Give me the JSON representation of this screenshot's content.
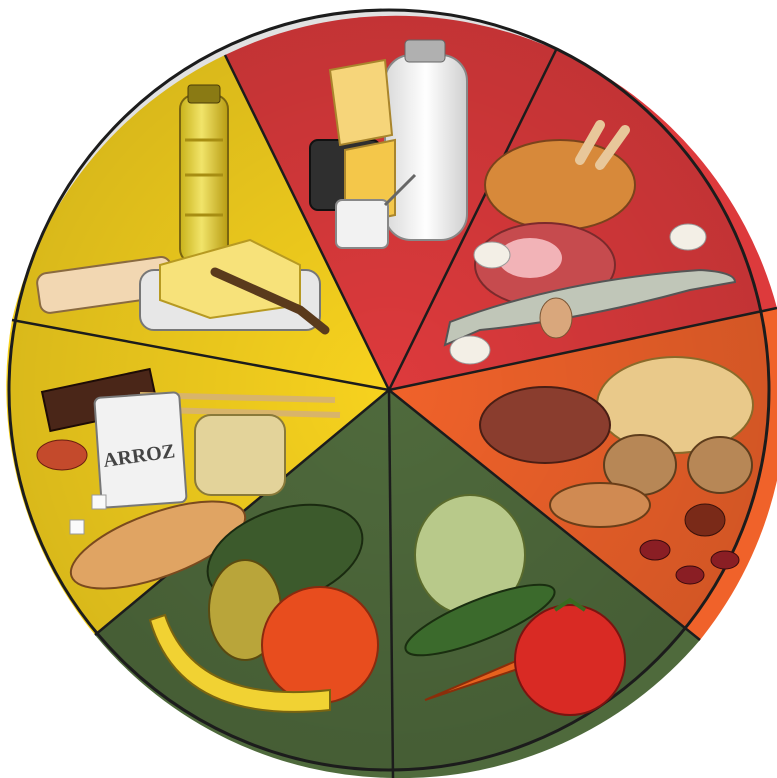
{
  "wheel": {
    "segments": [
      {
        "id": "dairy",
        "color": "#dd3a3c"
      },
      {
        "id": "meat-fish-eggs",
        "color": "#dd3a3c"
      },
      {
        "id": "potatoes-legumes-nuts",
        "color": "#f0622a"
      },
      {
        "id": "vegetables",
        "color": "#4f6a3c"
      },
      {
        "id": "fruits",
        "color": "#4f6a3c"
      },
      {
        "id": "cereals-sugars",
        "color": "#f7d21e"
      },
      {
        "id": "fats-oils",
        "color": "#f7d21e"
      }
    ],
    "outline_color": "#1c1c1c"
  },
  "rice_bag": {
    "label": "ARROZ"
  }
}
